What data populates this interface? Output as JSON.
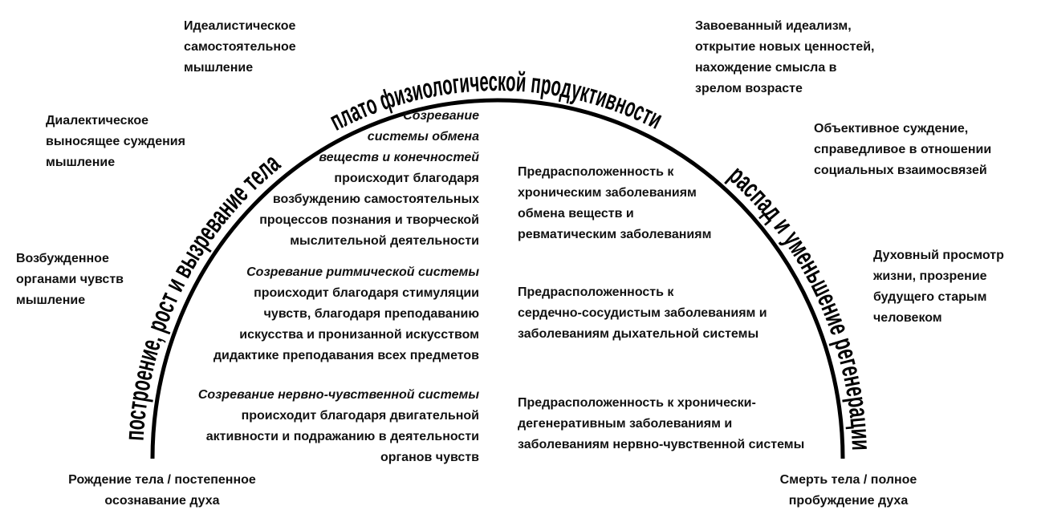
{
  "arc_labels": {
    "left": "построение, рост и вызревание тела",
    "top": "плато физиологической продуктивности",
    "right": "распад и уменьшение регенерации"
  },
  "outer_left": [
    {
      "lines": [
        "Идеалистическое",
        "самостоятельное",
        "мышление"
      ]
    },
    {
      "lines": [
        "Диалектическое",
        "выносящее суждения",
        "мышление"
      ]
    },
    {
      "lines": [
        "Возбужденное",
        "органами чувств",
        "мышление"
      ]
    }
  ],
  "outer_right": [
    {
      "lines": [
        "Завоеванный идеализм,",
        "открытие новых ценностей,",
        "нахождение смысла в",
        "зрелом возрасте"
      ]
    },
    {
      "lines": [
        "Объективное суждение,",
        "справедливое в отношении",
        "социальных взаимосвязей"
      ]
    },
    {
      "lines": [
        "Духовный просмотр",
        "жизни, прозрение",
        "будущего старым",
        "человеком"
      ]
    }
  ],
  "birth": {
    "lines": [
      "Рождение тела / постепенное",
      "осознавание духа"
    ]
  },
  "death": {
    "lines": [
      "Смерть тела / полное",
      "пробуждение духа"
    ]
  },
  "maturation": [
    {
      "italic": [
        "Созревание",
        "системы обмена",
        "веществ и конечностей"
      ],
      "normal": [
        "происходит благодаря",
        "возбуждению самостоятельных",
        "процессов познания и творческой",
        "мыслительной деятельности"
      ]
    },
    {
      "italic": [
        "Созревание ритмической системы"
      ],
      "normal": [
        "происходит благодаря стимуляции",
        "чувств, благодаря преподаванию",
        "искусства и пронизанной искусством",
        "дидактике преподавания всех предметов"
      ]
    },
    {
      "italic": [
        "Созревание нервно-чувственной системы"
      ],
      "normal": [
        "происходит благодаря двигательной",
        "активности и подражанию в деятельности",
        "органов чувств"
      ]
    }
  ],
  "predisposition": [
    {
      "lines": [
        "Предрасположенность к",
        "хроническим заболеваниям",
        "обмена веществ и",
        "ревматическим заболеваниям"
      ]
    },
    {
      "lines": [
        "Предрасположенность к",
        "сердечно-сосудистым заболеваниям и",
        "заболеваниям дыхательной системы"
      ]
    },
    {
      "lines": [
        "Предрасположенность к хронически-",
        "дегенеративным заболеваниям и",
        "заболеваниям нервно-чувственной системы"
      ]
    }
  ]
}
